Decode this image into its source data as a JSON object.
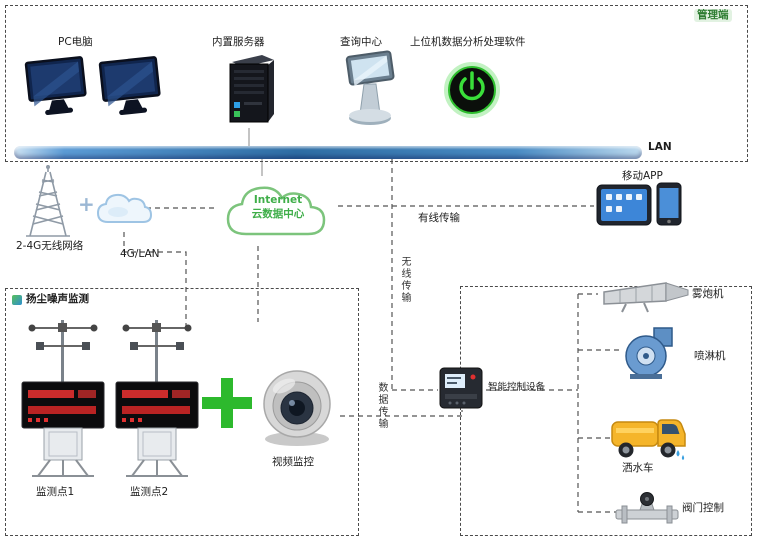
{
  "diagram": {
    "management": {
      "title": "管理端",
      "pc_label": "PC电脑",
      "server_label": "内置服务器",
      "kiosk_label": "查询中心",
      "software_label": "上位机数据分析处理软件",
      "lan_label": "LAN"
    },
    "network": {
      "tower_label": "2-4G无线网络",
      "link_label": "4G/LAN",
      "plus": "+",
      "cloud_line1": "Internet",
      "cloud_line2": "云数据中心",
      "mobile_label": "移动APP"
    },
    "links": {
      "wired": "有线传输",
      "wireless": "无线传输",
      "data": "数据传输"
    },
    "monitoring": {
      "box_title": "扬尘噪声监测",
      "site1": "监测点1",
      "site2": "监测点2",
      "camera_label": "视频监控"
    },
    "control": {
      "controller_label": "智能控制设备",
      "fog_cannon_label": "雾炮机",
      "sprayer_label": "喷淋机",
      "truck_label": "洒水车",
      "valve_label": "阀门控制"
    },
    "colors": {
      "accent_green": "#2db92d",
      "lan_blue": "#2e6da4",
      "cloud_green": "#7cc47c",
      "led_red": "#dd2222",
      "truck_yellow": "#f2b324",
      "screen_blue": "#3d86d8"
    }
  }
}
